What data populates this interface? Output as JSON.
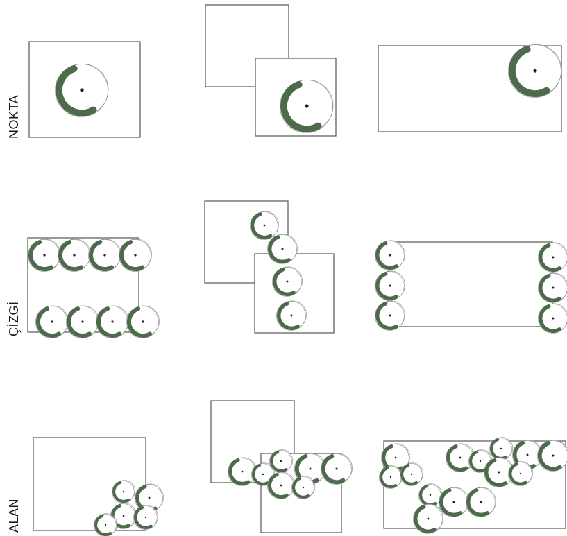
{
  "rows": [
    {
      "key": "nokta",
      "label": "NOKTA"
    },
    {
      "key": "cizgi",
      "label": "ÇİZGİ"
    },
    {
      "key": "alan",
      "label": "ALAN"
    }
  ],
  "colors": {
    "frame_stroke": "#555555",
    "tree_ring": "#4d6b4a",
    "tree_fill": "#ffffff",
    "tree_center": "#222222",
    "label_text": "#1a1a1a"
  },
  "icons": {
    "tree": "tree-symbol-icon",
    "frame": "rectangle-frame"
  }
}
